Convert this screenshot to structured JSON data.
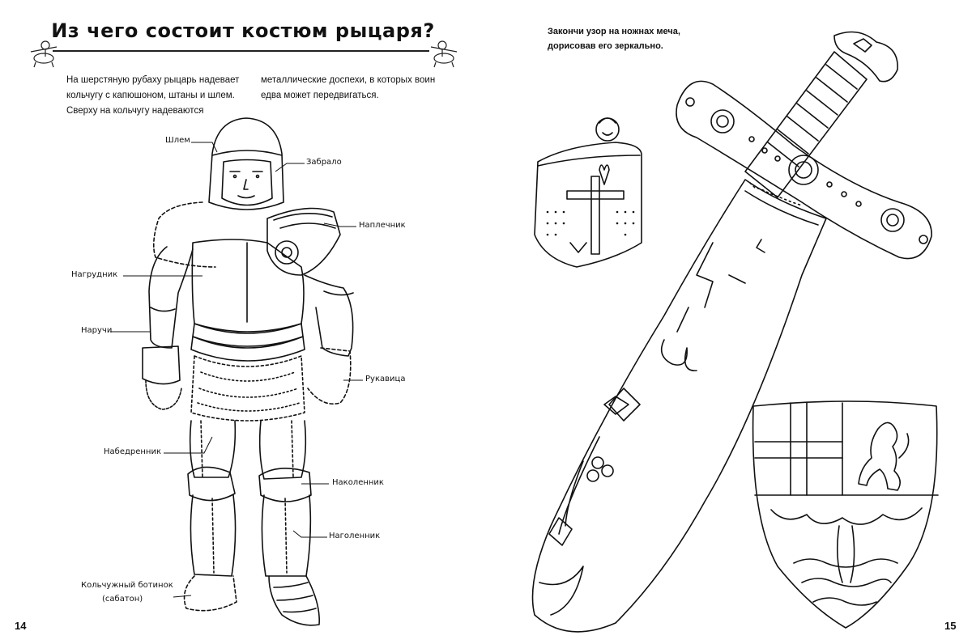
{
  "left_page": {
    "title": "Из чего состоит костюм рыцаря?",
    "intro_col1": "На шерстяную рубаху рыцарь надевает кольчугу с капюшоном, штаны и шлем. Сверху на кольчугу надеваются",
    "intro_col2": "металлические доспехи, в которых воин едва может передвигаться.",
    "labels": {
      "helmet": "Шлем",
      "visor": "Забрало",
      "pauldron": "Наплечник",
      "breastplate": "Нагрудник",
      "vambrace": "Наручи",
      "gauntlet": "Рукавица",
      "cuisse": "Набедренник",
      "poleyn": "Наколенник",
      "greave": "Наголенник",
      "sabaton_line1": "Кольчужный ботинок",
      "sabaton_line2": "(сабатон)"
    },
    "page_number": "14"
  },
  "right_page": {
    "task_line1": "Закончи узор на ножнах меча,",
    "task_line2": "дорисовав его зеркально.",
    "page_number": "15"
  }
}
